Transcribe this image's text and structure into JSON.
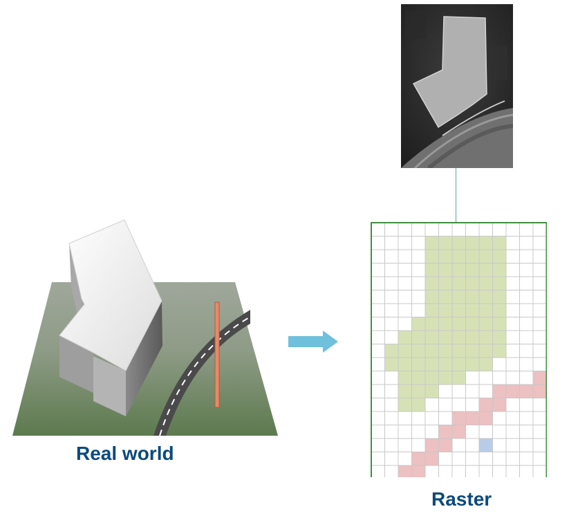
{
  "labels": {
    "real_world": "Real world",
    "raster": "Raster"
  },
  "colors": {
    "caption": "#0c4a7c",
    "arrow": "#6ec0dc",
    "grid_line": "#c8c8c8",
    "grid_border": "#3f8f3f",
    "building_cell": "#d6e2b6",
    "road_cell": "#edc0c2",
    "pole_cell": "#b8cce8",
    "pole": "#e8896a"
  },
  "raster": {
    "cols": 13,
    "rows": 19,
    "building_cells": [
      [
        4,
        1
      ],
      [
        5,
        1
      ],
      [
        6,
        1
      ],
      [
        7,
        1
      ],
      [
        8,
        1
      ],
      [
        9,
        1
      ],
      [
        4,
        2
      ],
      [
        5,
        2
      ],
      [
        6,
        2
      ],
      [
        7,
        2
      ],
      [
        8,
        2
      ],
      [
        9,
        2
      ],
      [
        4,
        3
      ],
      [
        5,
        3
      ],
      [
        6,
        3
      ],
      [
        7,
        3
      ],
      [
        8,
        3
      ],
      [
        9,
        3
      ],
      [
        4,
        4
      ],
      [
        5,
        4
      ],
      [
        6,
        4
      ],
      [
        7,
        4
      ],
      [
        8,
        4
      ],
      [
        9,
        4
      ],
      [
        4,
        5
      ],
      [
        5,
        5
      ],
      [
        6,
        5
      ],
      [
        7,
        5
      ],
      [
        8,
        5
      ],
      [
        9,
        5
      ],
      [
        4,
        6
      ],
      [
        5,
        6
      ],
      [
        6,
        6
      ],
      [
        7,
        6
      ],
      [
        8,
        6
      ],
      [
        9,
        6
      ],
      [
        3,
        7
      ],
      [
        4,
        7
      ],
      [
        5,
        7
      ],
      [
        6,
        7
      ],
      [
        7,
        7
      ],
      [
        8,
        7
      ],
      [
        9,
        7
      ],
      [
        2,
        8
      ],
      [
        3,
        8
      ],
      [
        4,
        8
      ],
      [
        5,
        8
      ],
      [
        6,
        8
      ],
      [
        7,
        8
      ],
      [
        8,
        8
      ],
      [
        9,
        8
      ],
      [
        1,
        9
      ],
      [
        2,
        9
      ],
      [
        3,
        9
      ],
      [
        4,
        9
      ],
      [
        5,
        9
      ],
      [
        6,
        9
      ],
      [
        7,
        9
      ],
      [
        8,
        9
      ],
      [
        9,
        9
      ],
      [
        1,
        10
      ],
      [
        2,
        10
      ],
      [
        3,
        10
      ],
      [
        4,
        10
      ],
      [
        5,
        10
      ],
      [
        6,
        10
      ],
      [
        7,
        10
      ],
      [
        8,
        10
      ],
      [
        2,
        11
      ],
      [
        3,
        11
      ],
      [
        4,
        11
      ],
      [
        5,
        11
      ],
      [
        6,
        11
      ],
      [
        2,
        12
      ],
      [
        3,
        12
      ],
      [
        4,
        12
      ],
      [
        2,
        13
      ],
      [
        3,
        13
      ]
    ],
    "road_cells": [
      [
        12,
        11
      ],
      [
        9,
        12
      ],
      [
        10,
        12
      ],
      [
        11,
        12
      ],
      [
        12,
        12
      ],
      [
        8,
        13
      ],
      [
        9,
        13
      ],
      [
        6,
        14
      ],
      [
        7,
        14
      ],
      [
        8,
        14
      ],
      [
        5,
        15
      ],
      [
        6,
        15
      ],
      [
        4,
        16
      ],
      [
        5,
        16
      ],
      [
        3,
        17
      ],
      [
        4,
        17
      ],
      [
        2,
        18
      ],
      [
        3,
        18
      ]
    ],
    "pole_cells": [
      [
        8,
        16
      ]
    ]
  }
}
